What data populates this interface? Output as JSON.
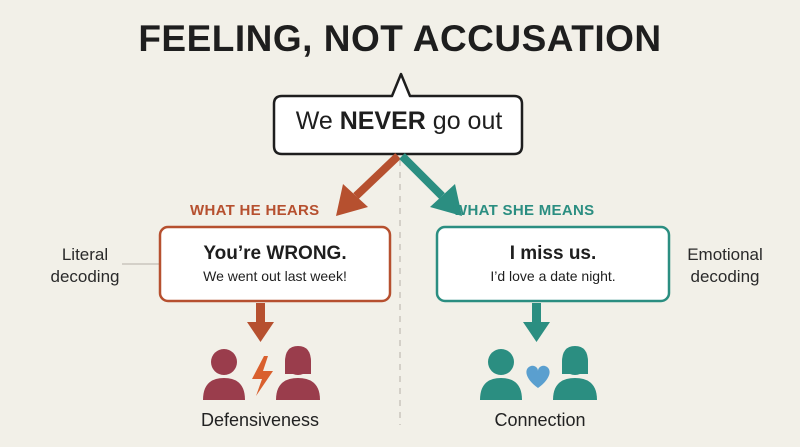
{
  "title": "FEELING, NOT ACCUSATION",
  "statement": {
    "before": "We ",
    "emphasis": "NEVER",
    "after": " go out"
  },
  "left": {
    "header": "WHAT HE HEARS",
    "title": "You’re WRONG.",
    "subtitle": "We went out last week!",
    "side_label_line1": "Literal",
    "side_label_line2": "decoding",
    "outcome": "Defensiveness",
    "color": "#b6502f",
    "figure_color": "#9a3d4c",
    "icon": "lightning-icon"
  },
  "right": {
    "header": "WHAT SHE MEANS",
    "title": "I miss us.",
    "subtitle": "I’d love a date night.",
    "side_label_line1": "Emotional",
    "side_label_line2": "decoding",
    "outcome": "Connection",
    "color": "#2b8e81",
    "heart_color": "#5a9fcf",
    "icon": "heart-icon"
  }
}
